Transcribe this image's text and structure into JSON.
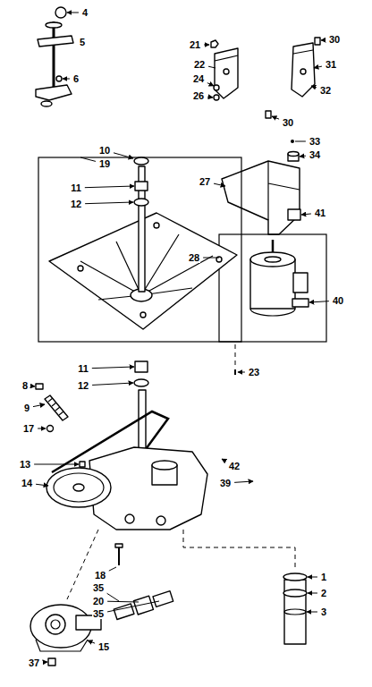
{
  "diagram": {
    "labels": [
      "4",
      "5",
      "6",
      "21",
      "30",
      "22",
      "31",
      "24",
      "32",
      "26",
      "30",
      "10",
      "19",
      "11",
      "12",
      "27",
      "33",
      "34",
      "41",
      "28",
      "40",
      "11",
      "12",
      "23",
      "8",
      "9",
      "17",
      "42",
      "39",
      "13",
      "14",
      "18",
      "1",
      "35",
      "2",
      "20",
      "35",
      "3",
      "15",
      "37"
    ]
  }
}
